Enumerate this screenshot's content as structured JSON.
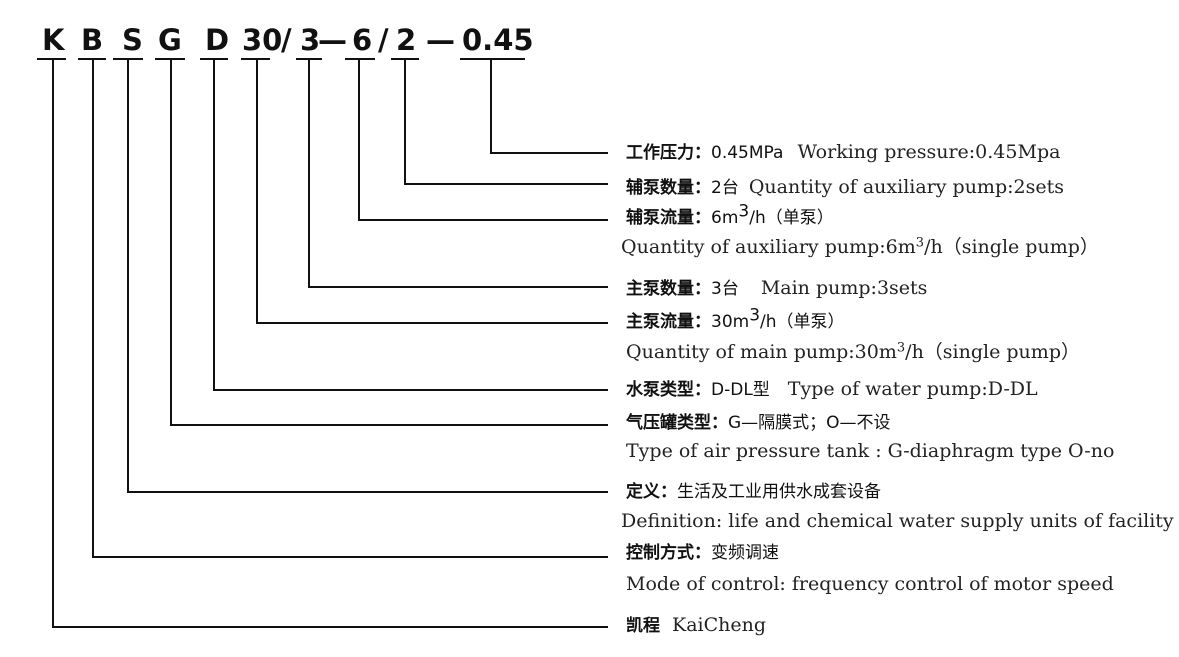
{
  "code": {
    "letters": [
      "K",
      "B",
      "S",
      "G",
      "D",
      "30",
      "/",
      "3",
      "—",
      "6",
      "/",
      "2",
      "—",
      "0.45"
    ]
  },
  "descriptions": [
    {
      "id": "pressure",
      "zh_key": "工作压力：",
      "zh_value": "0.45MPa",
      "en": "Working pressure:0.45Mpa",
      "en_second": ""
    },
    {
      "id": "aux-count",
      "zh_key": "辅泵数量：",
      "zh_value": "2台",
      "en": "Quantity  of auxiliary pump:2sets",
      "en_second": ""
    },
    {
      "id": "aux-flow",
      "zh_key": "辅泵流量：",
      "zh_value_pre": "6m",
      "zh_value_sup": "3",
      "zh_value_post": "/h（单泵）",
      "en": "",
      "en_pre": "Quantity  of auxiliary pump:6m",
      "en_sup": "3",
      "en_post": "/h（single pump）"
    },
    {
      "id": "main-count",
      "zh_key": "主泵数量：",
      "zh_value": "3台",
      "en": "Main pump:3sets",
      "en_second": ""
    },
    {
      "id": "main-flow",
      "zh_key": "主泵流量：",
      "zh_value_pre": "30m",
      "zh_value_sup": "3",
      "zh_value_post": "/h（单泵）",
      "en": "",
      "en_pre": "Quantity of main pump:30m",
      "en_sup": "3",
      "en_post": "/h（single pump）"
    },
    {
      "id": "pump-type",
      "zh_key": "水泵类型：",
      "zh_value": "D-DL型",
      "en": "Type of water pump:D-DL",
      "en_second": ""
    },
    {
      "id": "tank-type",
      "zh_key": "气压罐类型：",
      "zh_value": "G—隔膜式；O—不设",
      "en": "",
      "en_second": "Type of air pressure tank : G-diaphragm type  O-no"
    },
    {
      "id": "definition",
      "zh_key": "定义：",
      "zh_value": "生活及工业用供水成套设备",
      "en": "",
      "en_second": "Definition: life and chemical water supply units of facility"
    },
    {
      "id": "control",
      "zh_key": "控制方式：",
      "zh_value": "变频调速",
      "en": "",
      "en_second": "Mode of control: frequency control of motor speed"
    },
    {
      "id": "brand",
      "zh_key": "凯程",
      "zh_value": "",
      "en": "KaiCheng",
      "en_second": ""
    }
  ],
  "colors": {
    "line": "#111111",
    "text": "#111111"
  }
}
